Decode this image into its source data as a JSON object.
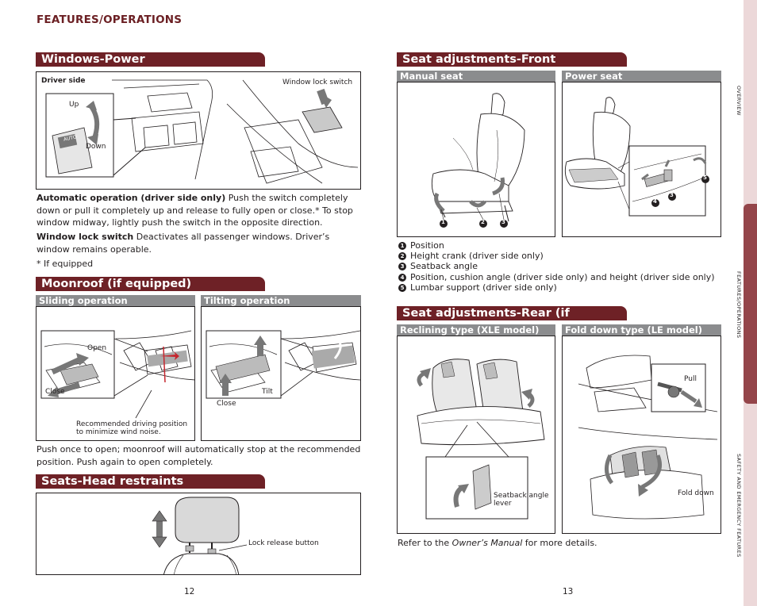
{
  "header": {
    "title": "FEATURES/OPERATIONS"
  },
  "side_tabs": [
    "OVERVIEW",
    "FEATURES/OPERATIONS",
    "SAFETY AND EMERGENCY FEATURES"
  ],
  "windows_power": {
    "title": "Windows-Power",
    "labels": {
      "driver_side": "Driver side",
      "window_lock_switch": "Window lock switch",
      "up": "Up",
      "down": "Down",
      "auto": "AUTO"
    },
    "p1_bold": "Automatic operation (driver side only)",
    "p1_text": " Push the switch completely down or pull it completely up and release to fully open or close.* To stop window midway, lightly push the switch in the opposite direction.",
    "p2_bold": "Window lock switch",
    "p2_text": " Deactivates all passenger windows. Driver’s window remains operable.",
    "footnote": "* If equipped"
  },
  "moonroof": {
    "title": "Moonroof (if equipped)",
    "sliding": "Sliding operation",
    "tilting": "Tilting operation",
    "labels": {
      "open": "Open",
      "close": "Close",
      "close2": "Close",
      "tilt": "Tilt",
      "recommended": "Recommended driving position\nto minimize wind noise."
    },
    "text": "Push once to open; moonroof will automatically stop at the recommended position. Push again to open completely."
  },
  "head_restraints": {
    "title": "Seats-Head restraints",
    "lock_release": "Lock release button"
  },
  "seat_front": {
    "title": "Seat adjustments-Front",
    "manual": "Manual seat",
    "power": "Power seat",
    "items": [
      {
        "n": "1",
        "text": "Position"
      },
      {
        "n": "2",
        "text": "Height crank (driver side only)"
      },
      {
        "n": "3",
        "text": "Seatback angle"
      },
      {
        "n": "4",
        "text": "Position, cushion angle (driver side only) and height (driver side only)"
      },
      {
        "n": "5",
        "text": "Lumbar support (driver side only)"
      }
    ],
    "manual_callouts": [
      "1",
      "2",
      "3"
    ],
    "power_callouts": [
      "4",
      "3",
      "5"
    ]
  },
  "seat_rear": {
    "title": "Seat adjustments-Rear (if equipped)",
    "reclining": "Reclining type (XLE model)",
    "fold_down": "Fold down type (LE model)",
    "labels": {
      "seatback_lever": "Seatback angle\nlever",
      "pull": "Pull",
      "fold_down_label": "Fold down"
    },
    "refer_pre": "Refer to the ",
    "refer_em": "Owner’s Manual",
    "refer_post": " for more details."
  },
  "pages": {
    "left": "12",
    "right": "13"
  }
}
